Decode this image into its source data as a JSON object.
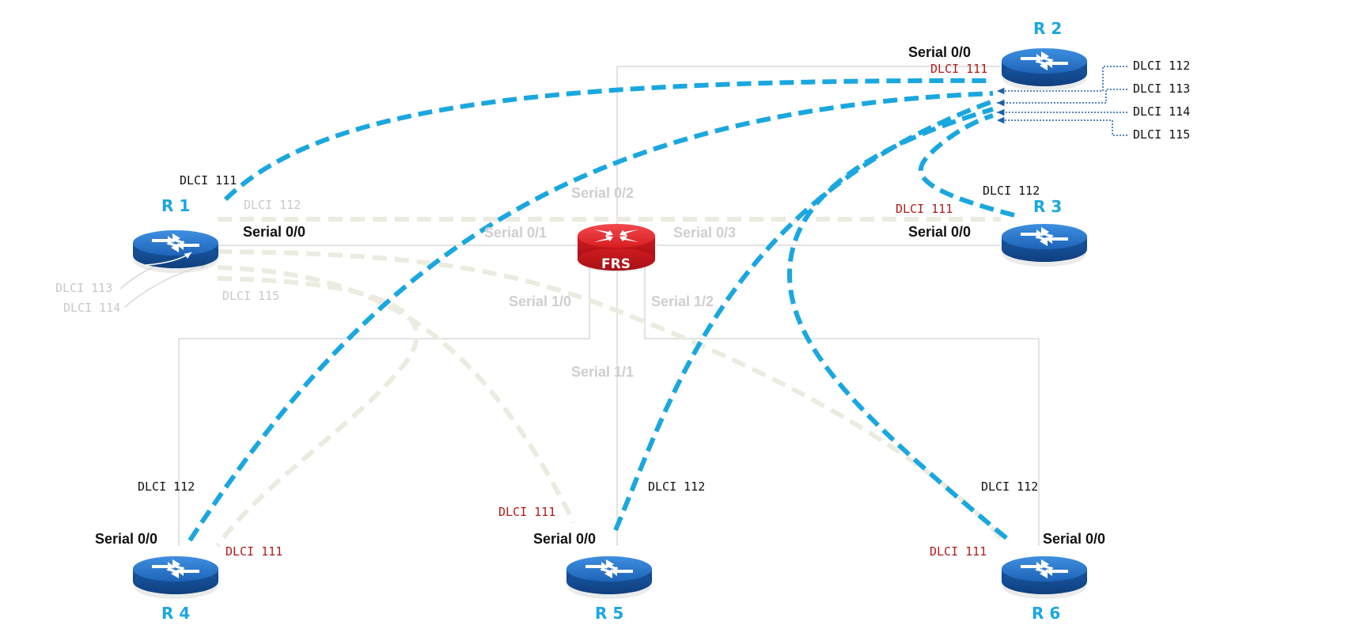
{
  "colors": {
    "active_link": "#1aa7e0",
    "inactive_link": "#ecebe0",
    "physical_link": "#e3e3e3",
    "router_name": "#1aa7e0",
    "router_blue": "#1f6fc6",
    "router_dark": "#114f96",
    "frs_red": "#e8262b",
    "frs_dark": "#b21419",
    "dlci_active": "#111111",
    "dlci_local": "#b31b1b",
    "dlci_faded": "#c9c9c9",
    "iface_faded": "#cfcfcf",
    "dotted_arrow": "#1f5fa8"
  },
  "routers": {
    "r1": {
      "name": "R 1",
      "interface": "Serial 0/0"
    },
    "r2": {
      "name": "R 2",
      "interface": "Serial 0/0"
    },
    "r3": {
      "name": "R 3",
      "interface": "Serial 0/0"
    },
    "r4": {
      "name": "R 4",
      "interface": "Serial 0/0"
    },
    "r5": {
      "name": "R 5",
      "interface": "Serial 0/0"
    },
    "r6": {
      "name": "R 6",
      "interface": "Serial 0/0"
    }
  },
  "frs": {
    "name": "FRS",
    "ports": {
      "s01": "Serial 0/1",
      "s02": "Serial 0/2",
      "s03": "Serial 0/3",
      "s10": "Serial 1/0",
      "s11": "Serial 1/1",
      "s12": "Serial 1/2"
    }
  },
  "dlci": {
    "r1_111": "DLCI 111",
    "r1_112": "DLCI 112",
    "r1_113": "DLCI 113",
    "r1_114": "DLCI 114",
    "r1_115": "DLCI 115",
    "r2_111": "DLCI 111",
    "r2_112": "DLCI 112",
    "r2_113": "DLCI 113",
    "r2_114": "DLCI 114",
    "r2_115": "DLCI 115",
    "r3_111": "DLCI 111",
    "r3_112": "DLCI 112",
    "r4_111": "DLCI 111",
    "r4_112": "DLCI 112",
    "r5_111": "DLCI 111",
    "r5_112": "DLCI 112",
    "r6_111": "DLCI 111",
    "r6_112": "DLCI 112"
  }
}
